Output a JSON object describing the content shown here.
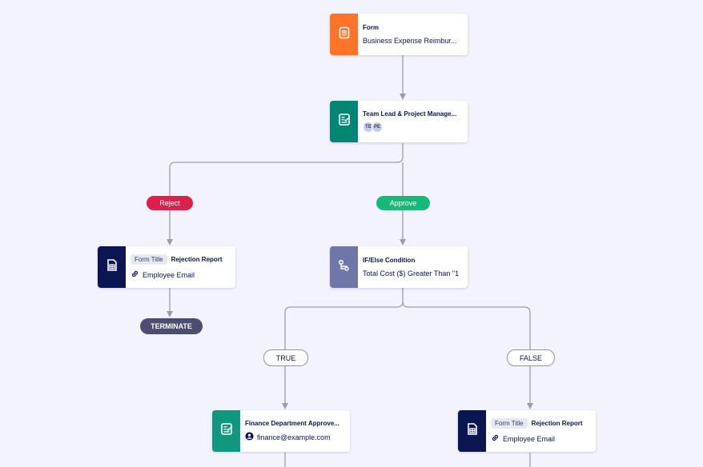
{
  "nodes": {
    "form": {
      "title": "Form",
      "subtitle": "Business Expense Reimbur...",
      "color": "#ff7429"
    },
    "team_lead": {
      "title": "Team Lead & Project Manage...",
      "avatars": [
        "TE",
        "PE"
      ],
      "color": "#018574"
    },
    "rejection_report_1": {
      "chip": "Form Title",
      "title": "Rejection Report",
      "detail": "Employee Email",
      "color": "#0a1551"
    },
    "condition": {
      "title": "IF/Else Condition",
      "subtitle": "Total Cost ($) Greater Than \"1",
      "color": "#6e77a8"
    },
    "finance": {
      "title": "Finance Department Approve...",
      "detail": "finance@example.com",
      "color": "#10977d"
    },
    "rejection_report_2": {
      "chip": "Form Title",
      "title": "Rejection Report",
      "detail": "Employee Email",
      "color": "#0a1551"
    }
  },
  "labels": {
    "reject": "Reject",
    "approve": "Approve",
    "true": "TRUE",
    "false": "FALSE",
    "terminate": "TERMINATE"
  },
  "icons": {
    "form": "document-icon",
    "team_lead": "approval-icon",
    "report": "report-icon",
    "condition": "branch-icon",
    "finance": "approval-icon",
    "link": "link-icon",
    "user": "user-icon"
  }
}
